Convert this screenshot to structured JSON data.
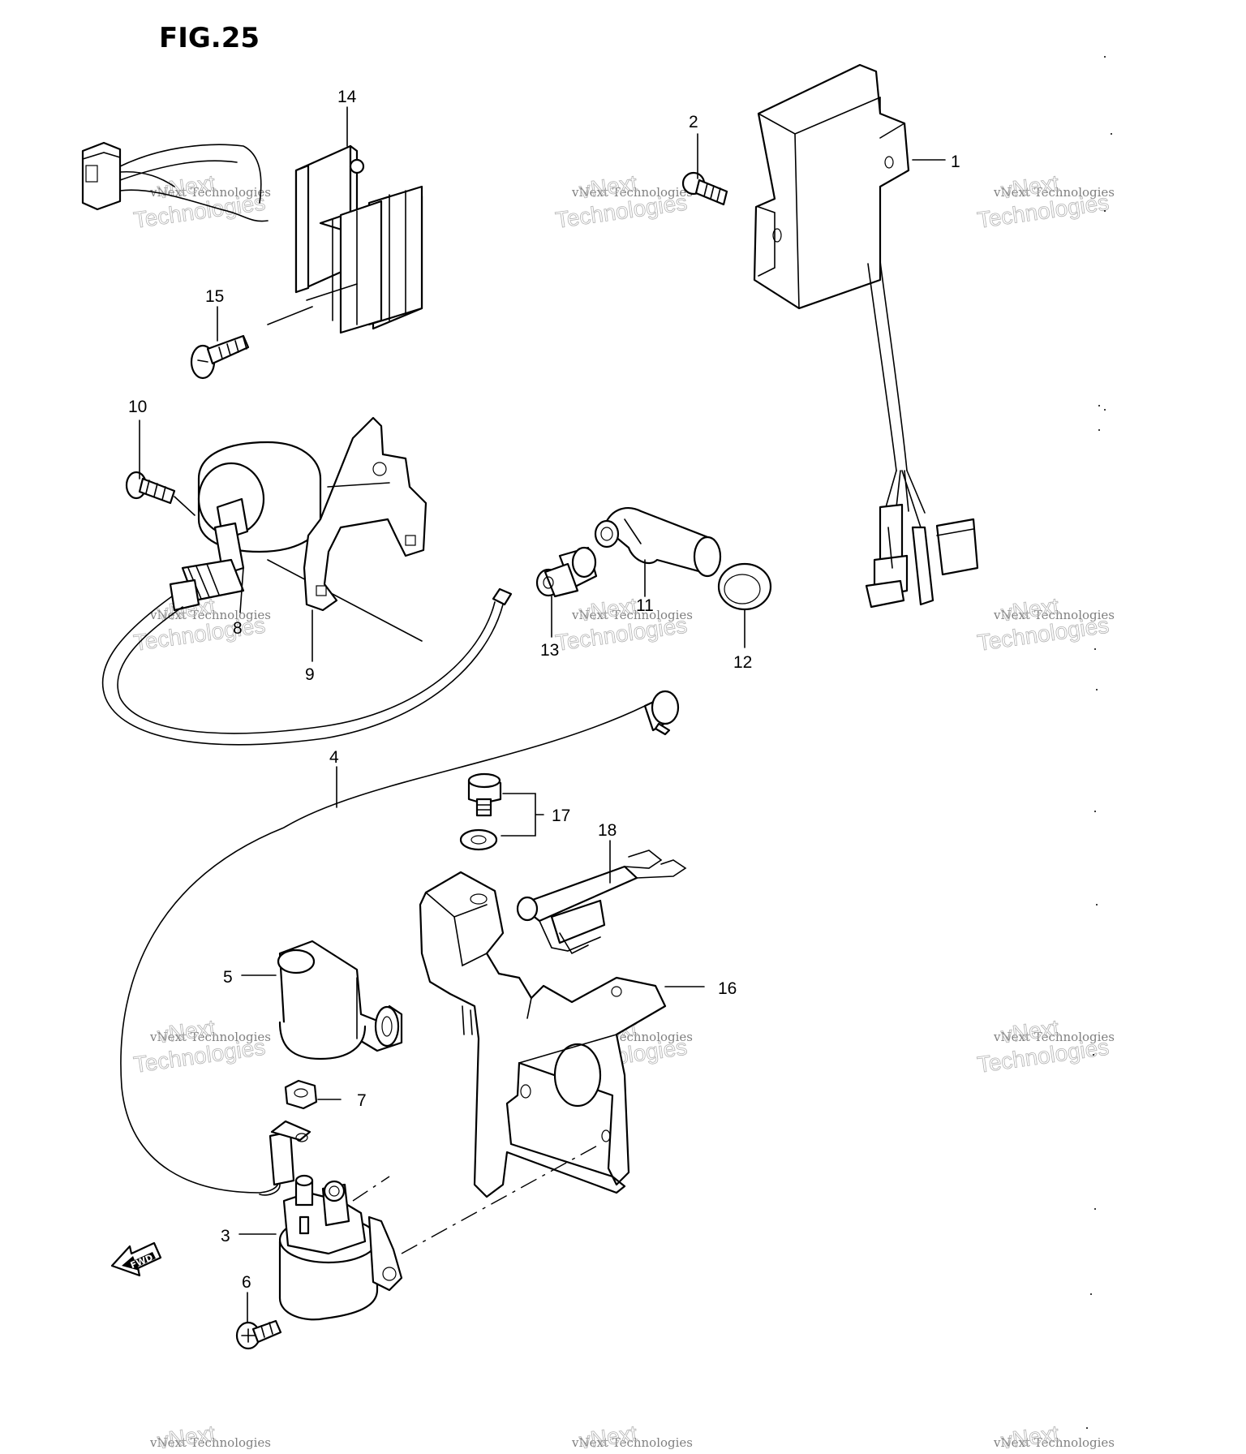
{
  "figure_title": "FIG.25",
  "part_labels": {
    "p1": "1",
    "p2": "2",
    "p3": "3",
    "p4": "4",
    "p5": "5",
    "p6": "6",
    "p7": "7",
    "p8": "8",
    "p9": "9",
    "p10": "10",
    "p11": "11",
    "p12": "12",
    "p13": "13",
    "p14": "14",
    "p15": "15",
    "p16": "16",
    "p17": "17",
    "p18": "18"
  },
  "fwd_label": "FWD",
  "watermark": {
    "line1": "vNext Technologies",
    "line2": "vNext",
    "line3": "Technologies"
  }
}
